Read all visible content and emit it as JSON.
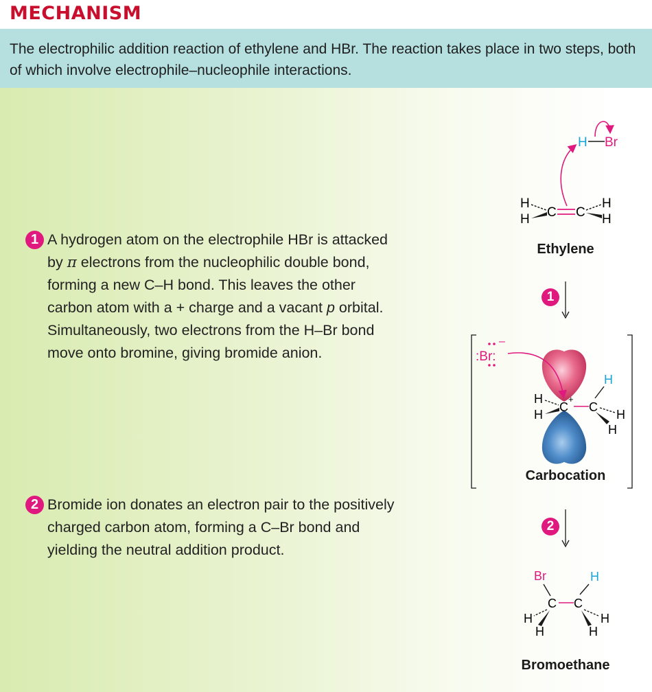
{
  "header": {
    "title": "MECHANISM"
  },
  "intro": {
    "text": "The electrophilic addition reaction of ethylene and HBr. The reaction takes place in two steps, both of which involve electrophile–nucleophile interactions."
  },
  "steps": [
    {
      "number": "1",
      "lines": [
        "A hydrogen atom on the electrophile HBr is attacked",
        "by π electrons from the nucleophilic double bond,",
        "forming a new C–H bond. This leaves the other",
        "carbon atom with a + charge and a vacant p orbital.",
        "Simultaneously, two electrons from the H–Br bond",
        "move onto bromine, giving bromide anion."
      ]
    },
    {
      "number": "2",
      "lines": [
        "Bromide ion donates an electron pair to the positively",
        "charged carbon atom, forming a C–Br bond and",
        "yielding the neutral addition product."
      ]
    }
  ],
  "molecules": {
    "ethylene": "Ethylene",
    "carbocation": "Carbocation",
    "bromoethane": "Bromoethane"
  },
  "atoms": {
    "H": "H",
    "C": "C",
    "Br": "Br",
    "bromide": ":Br:",
    "plus": "+",
    "minus": "–"
  },
  "colors": {
    "magenta": "#e0197e",
    "cyan": "#1aa3d9",
    "title_red": "#c8102e",
    "intro_bg": "#b6e0e0"
  }
}
